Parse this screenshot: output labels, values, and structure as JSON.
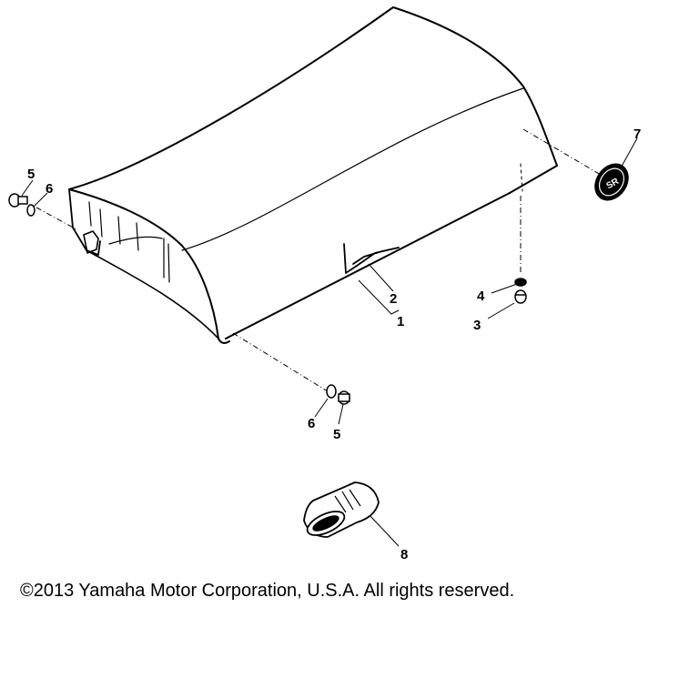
{
  "diagram": {
    "callouts": {
      "c1": "1",
      "c2": "2",
      "c3": "3",
      "c4": "4",
      "c5a": "5",
      "c5b": "5",
      "c6a": "6",
      "c6b": "6",
      "c7": "7",
      "c8": "8"
    },
    "emblem_text": "SR"
  },
  "copyright": "©2013 Yamaha Motor Corporation, U.S.A. All rights reserved."
}
